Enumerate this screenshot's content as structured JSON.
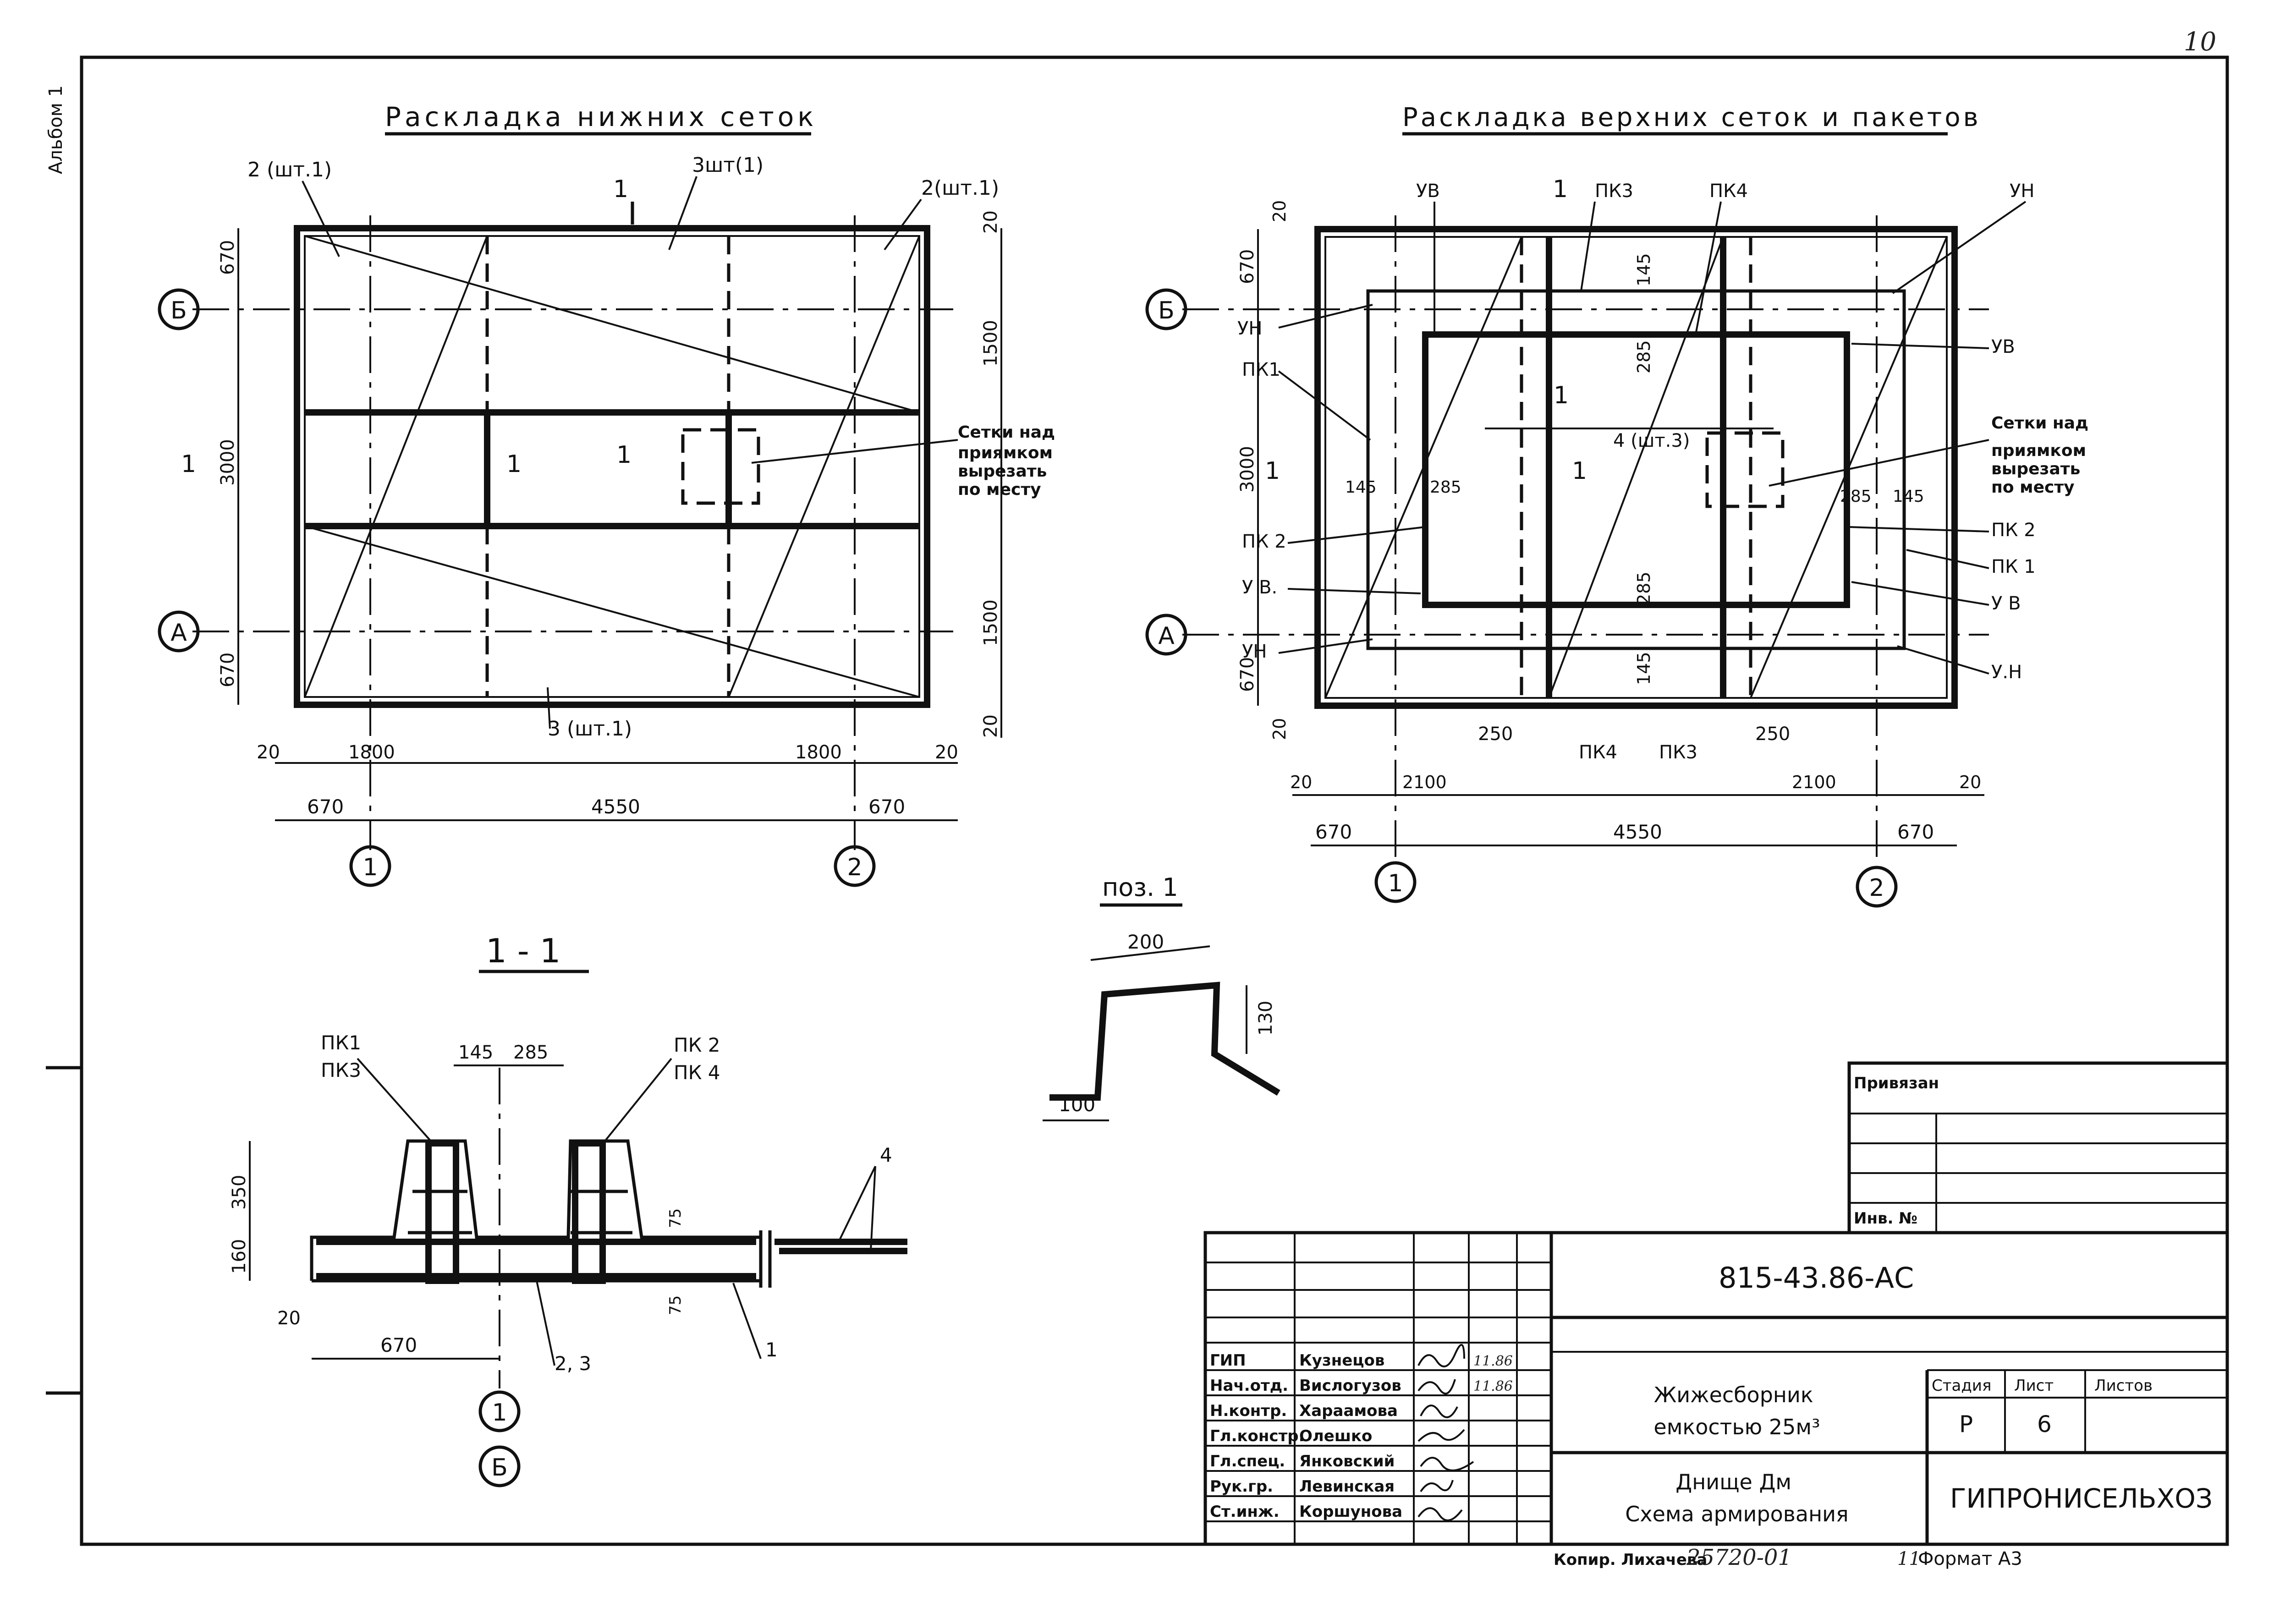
{
  "sheet": {
    "sheet_no": "10",
    "album_label": "Альбом 1",
    "doc_code": "815-43.86-АС",
    "format": "Формат А3",
    "copy_note": "Копир. Лихачева",
    "copy_number": "25720-01",
    "copy_mark": "11"
  },
  "plan_left": {
    "title": "Раскладка нижних сеток",
    "callouts": {
      "mesh2_a": "2 (шт.1)",
      "mesh3_top": "3шт(1)",
      "mesh2_b": "2(шт.1)",
      "mesh3_bot": "3 (шт.1)"
    },
    "note": [
      "Сетки над",
      "приямком",
      "вырезать",
      "по месту"
    ],
    "dims": {
      "d20": "20",
      "d670": "670",
      "d1500": "1500",
      "d3000": "3000",
      "d1800": "1800",
      "d4550": "4550"
    },
    "section_mark": "1",
    "axes": {
      "b": "Б",
      "a": "А",
      "n1": "1",
      "n2": "2"
    }
  },
  "plan_right": {
    "title": "Раскладка верхних сеток и пакетов",
    "labels": {
      "uv": "УВ",
      "un": "УН",
      "pk1": "ПК1",
      "pk2": "ПК 2",
      "pk3": "ПК3",
      "pk4": "ПК4",
      "uv2": "У В.",
      "mesh4": "4 (шт.3)",
      "pk1b": "ПК 1",
      "uvb": "У В",
      "unb": "У.Н"
    },
    "note": [
      "Сетки над",
      "приямком",
      "вырезать",
      "по месту"
    ],
    "dims": {
      "d20": "20",
      "d670": "670",
      "d3000": "3000",
      "d145": "145",
      "d285": "285",
      "d250": "250",
      "d2100": "2100",
      "d4550": "4550"
    },
    "section_mark": "1",
    "axes": {
      "b": "Б",
      "a": "А",
      "n1": "1",
      "n2": "2"
    }
  },
  "section": {
    "title": "1 - 1",
    "labels": {
      "pk1": "ПК1",
      "pk3": "ПК3",
      "pk2": "ПК 2",
      "pk4": "ПК 4",
      "pos4": "4",
      "pos1": "1",
      "pos23": "2, 3"
    },
    "dims": {
      "d145": "145",
      "d285": "285",
      "d350": "350",
      "d160": "160",
      "d20": "20",
      "d670": "670",
      "d75": "75"
    },
    "axes": {
      "n1": "1",
      "b": "Б"
    }
  },
  "pos1": {
    "title": "поз. 1",
    "dims": {
      "d200": "200",
      "d130": "130",
      "d100": "100"
    }
  },
  "title_block": {
    "linked": "Привязан",
    "inv": "Инв. №",
    "roles": [
      "ГИП",
      "Нач.отд.",
      "Н.контр.",
      "Гл.констр.",
      "Гл.спец.",
      "Рук.гр.",
      "Ст.инж."
    ],
    "names": [
      "Кузнецов",
      "Вислогузов",
      "Хараамова",
      "Олешко",
      "Янковский",
      "Левинская",
      "Коршунова"
    ],
    "dates": [
      "11.86",
      "11.86"
    ],
    "object": [
      "Жижесборник",
      "емкостью 25м³"
    ],
    "drawing": [
      "Днище Дм",
      "Схема армирования"
    ],
    "stage_hdr": "Стадия",
    "sheet_hdr": "Лист",
    "sheets_hdr": "Листов",
    "stage": "Р",
    "sheet": "6",
    "org": "ГИПРОНИСЕЛЬХОЗ"
  }
}
